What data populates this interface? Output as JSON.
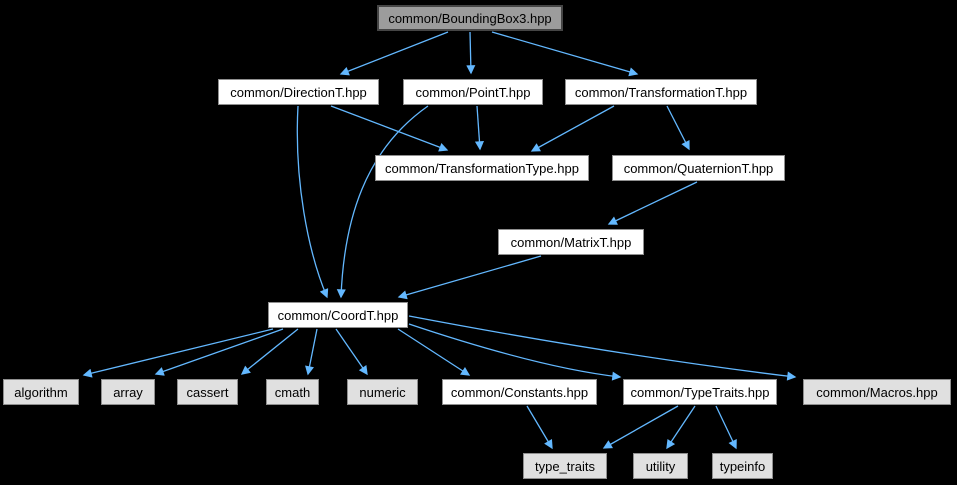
{
  "diagram": {
    "kind": "include-dependency-graph",
    "background_color": "#000000",
    "edge_color": "#63b8ff",
    "node_fill_current": "#9c9c9c",
    "node_fill_internal": "#ffffff",
    "node_fill_external": "#e0e0e0",
    "nodes": {
      "boundingbox3": {
        "label": "common/BoundingBox3.hpp",
        "type": "current"
      },
      "directiont": {
        "label": "common/DirectionT.hpp",
        "type": "internal"
      },
      "pointt": {
        "label": "common/PointT.hpp",
        "type": "internal"
      },
      "transformationt": {
        "label": "common/TransformationT.hpp",
        "type": "internal"
      },
      "transformationtype": {
        "label": "common/TransformationType.hpp",
        "type": "internal"
      },
      "quaterniont": {
        "label": "common/QuaternionT.hpp",
        "type": "internal"
      },
      "matrixt": {
        "label": "common/MatrixT.hpp",
        "type": "internal"
      },
      "coordt": {
        "label": "common/CoordT.hpp",
        "type": "internal"
      },
      "algorithm": {
        "label": "algorithm",
        "type": "external"
      },
      "array": {
        "label": "array",
        "type": "external"
      },
      "cassert": {
        "label": "cassert",
        "type": "external"
      },
      "cmath": {
        "label": "cmath",
        "type": "external"
      },
      "numeric": {
        "label": "numeric",
        "type": "external"
      },
      "constants": {
        "label": "common/Constants.hpp",
        "type": "internal"
      },
      "typetraits": {
        "label": "common/TypeTraits.hpp",
        "type": "internal"
      },
      "macros": {
        "label": "common/Macros.hpp",
        "type": "external"
      },
      "type_traits": {
        "label": "type_traits",
        "type": "external"
      },
      "utility": {
        "label": "utility",
        "type": "external"
      },
      "typeinfo": {
        "label": "typeinfo",
        "type": "external"
      }
    },
    "edges": [
      {
        "from": "common/BoundingBox3.hpp",
        "to": "common/DirectionT.hpp"
      },
      {
        "from": "common/BoundingBox3.hpp",
        "to": "common/PointT.hpp"
      },
      {
        "from": "common/BoundingBox3.hpp",
        "to": "common/TransformationT.hpp"
      },
      {
        "from": "common/DirectionT.hpp",
        "to": "common/TransformationType.hpp"
      },
      {
        "from": "common/DirectionT.hpp",
        "to": "common/CoordT.hpp"
      },
      {
        "from": "common/PointT.hpp",
        "to": "common/TransformationType.hpp"
      },
      {
        "from": "common/PointT.hpp",
        "to": "common/CoordT.hpp"
      },
      {
        "from": "common/TransformationT.hpp",
        "to": "common/TransformationType.hpp"
      },
      {
        "from": "common/TransformationT.hpp",
        "to": "common/QuaternionT.hpp"
      },
      {
        "from": "common/QuaternionT.hpp",
        "to": "common/MatrixT.hpp"
      },
      {
        "from": "common/MatrixT.hpp",
        "to": "common/CoordT.hpp"
      },
      {
        "from": "common/CoordT.hpp",
        "to": "algorithm"
      },
      {
        "from": "common/CoordT.hpp",
        "to": "array"
      },
      {
        "from": "common/CoordT.hpp",
        "to": "cassert"
      },
      {
        "from": "common/CoordT.hpp",
        "to": "cmath"
      },
      {
        "from": "common/CoordT.hpp",
        "to": "numeric"
      },
      {
        "from": "common/CoordT.hpp",
        "to": "common/Constants.hpp"
      },
      {
        "from": "common/CoordT.hpp",
        "to": "common/TypeTraits.hpp"
      },
      {
        "from": "common/CoordT.hpp",
        "to": "common/Macros.hpp"
      },
      {
        "from": "common/Constants.hpp",
        "to": "type_traits"
      },
      {
        "from": "common/TypeTraits.hpp",
        "to": "type_traits"
      },
      {
        "from": "common/TypeTraits.hpp",
        "to": "utility"
      },
      {
        "from": "common/TypeTraits.hpp",
        "to": "typeinfo"
      }
    ]
  }
}
